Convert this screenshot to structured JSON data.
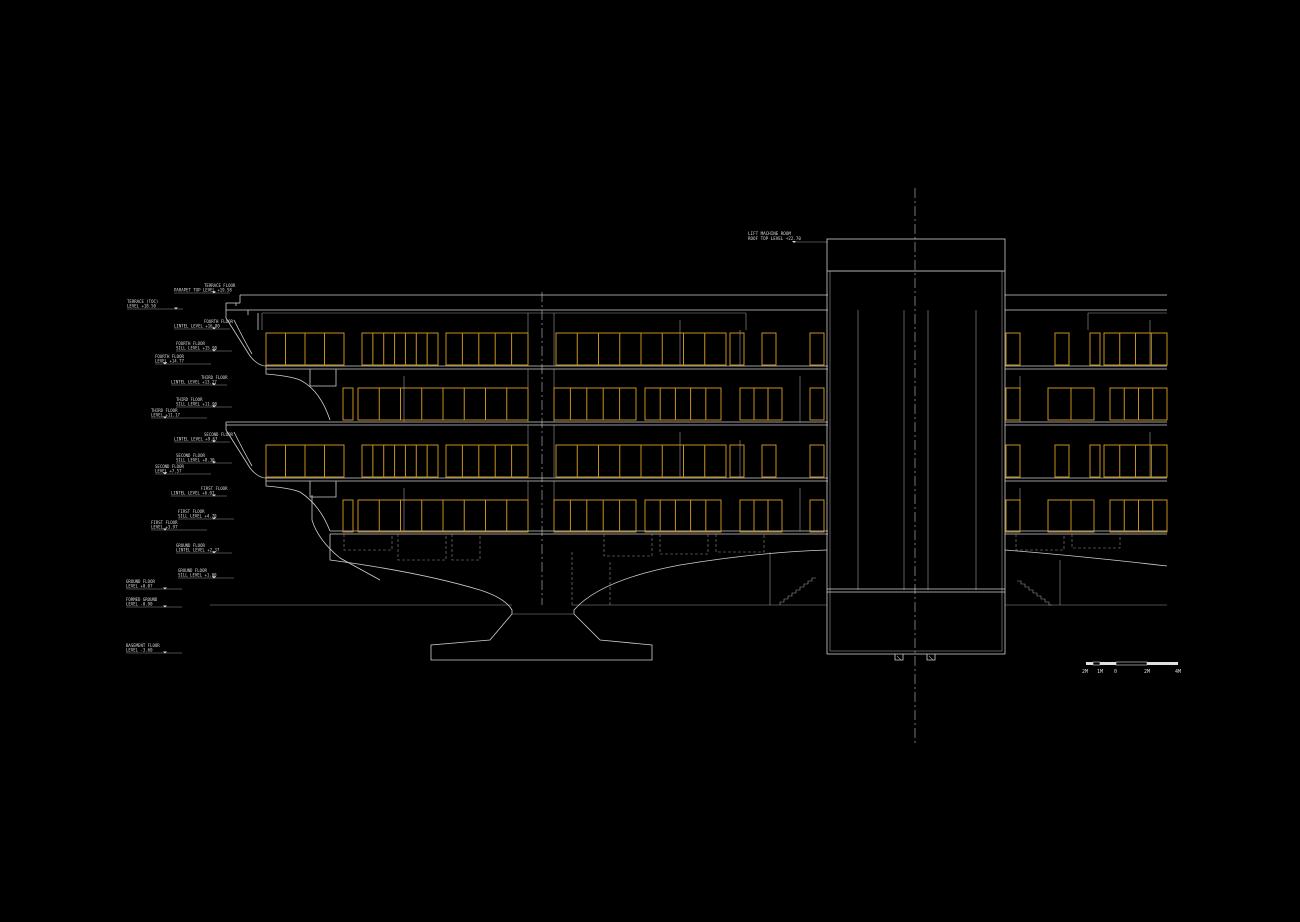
{
  "drawing": {
    "colors": {
      "background": "#000000",
      "linework": "#cfcfcf",
      "windows": "#c8921e"
    },
    "left_labels": [
      {
        "line1": "TERRACE FLOOR",
        "line2": "PARAPET TOP LEVEL +19.58"
      },
      {
        "line1": "TERRACE (TOC)",
        "line2": "LEVEL +18.50"
      },
      {
        "line1": "FOURTH FLOOR",
        "line2": "LINTEL LEVEL +16.80"
      },
      {
        "line1": "FOURTH FLOOR",
        "line2": "SILL LEVEL +15.90"
      },
      {
        "line1": "FOURTH FLOOR",
        "line2": "LEVEL +14.77"
      },
      {
        "line1": "THIRD FLOOR",
        "line2": "LINTEL LEVEL +13.27"
      },
      {
        "line1": "THIRD FLOOR",
        "line2": "SILL LEVEL +11.90"
      },
      {
        "line1": "THIRD FLOOR",
        "line2": "LEVEL +11.17"
      },
      {
        "line1": "SECOND FLOOR",
        "line2": "LINTEL LEVEL +9.67"
      },
      {
        "line1": "SECOND FLOOR",
        "line2": "SILL LEVEL +8.30"
      },
      {
        "line1": "SECOND FLOOR",
        "line2": "LEVEL +7.57"
      },
      {
        "line1": "FIRST FLOOR",
        "line2": "LINTEL LEVEL +6.07"
      },
      {
        "line1": "FIRST FLOOR",
        "line2": "SILL LEVEL +4.70"
      },
      {
        "line1": "FIRST FLOOR",
        "line2": "LEVEL +3.97"
      },
      {
        "line1": "GROUND FLOOR",
        "line2": "LINTEL LEVEL +2.37"
      },
      {
        "line1": "GROUND FLOOR",
        "line2": "SILL LEVEL +1.00"
      },
      {
        "line1": "GROUND FLOOR",
        "line2": "LEVEL +0.07"
      },
      {
        "line1": "FORMED GROUND",
        "line2": "LEVEL -0.90"
      },
      {
        "line1": "BASEMENT FLOOR",
        "line2": "LEVEL -3.60"
      }
    ],
    "lift_label": {
      "line1": "LIFT MACHINE ROOM",
      "line2": "ROOF TOP LEVEL +22.70"
    },
    "scale_bar": [
      "2M",
      "1M",
      "0",
      "2M",
      "4M"
    ]
  }
}
